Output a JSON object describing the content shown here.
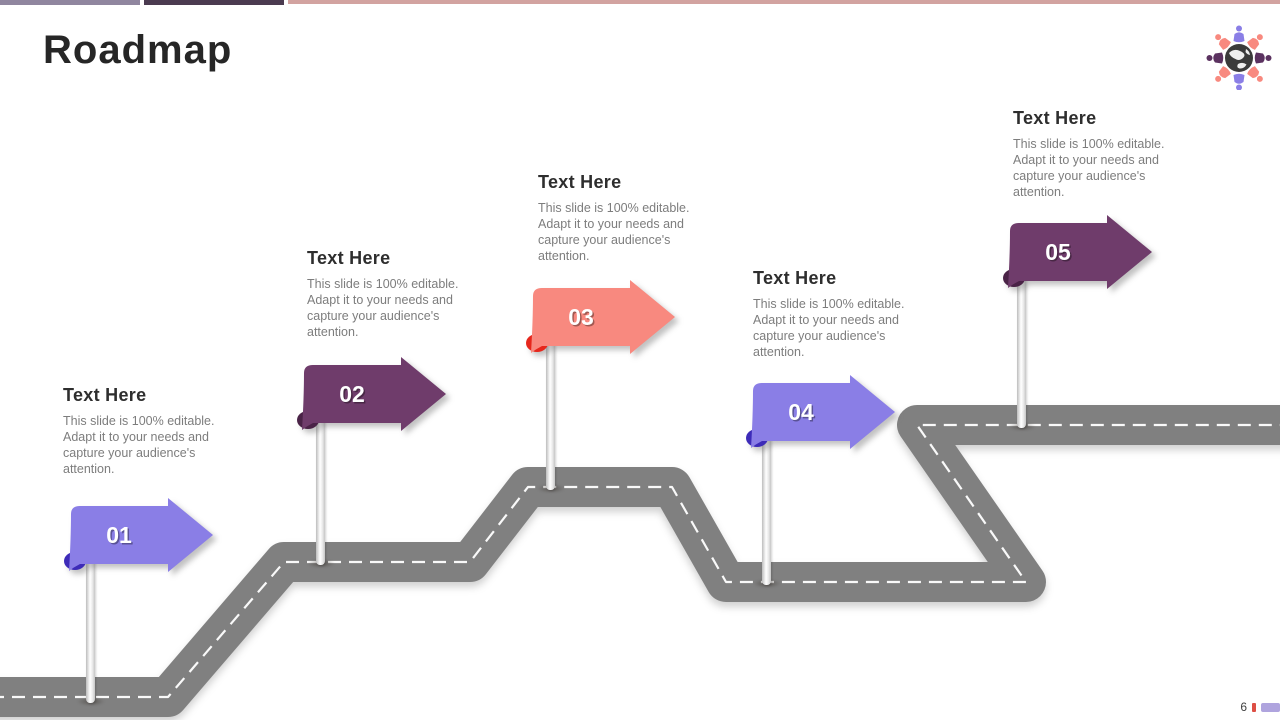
{
  "slide": {
    "title": "Roadmap",
    "page_number": "6"
  },
  "colors": {
    "periwinkle": "#8A7EE6",
    "periwinkle_fold": "#3D2BB8",
    "plum": "#6F3C6B",
    "plum_fold": "#4A2347",
    "salmon": "#F8897F",
    "salmon_fold": "#E6271C",
    "road_gray": "#808080",
    "bar_light_purple": "#90869F",
    "bar_dark_purple": "#4B3B50",
    "bar_rose": "#D2A3A0"
  },
  "milestones": [
    {
      "number": "01",
      "heading": "Text Here",
      "body": "This slide is 100% editable. Adapt it to your needs and capture your audience's attention.",
      "color": "#8A7EE6",
      "fold_color": "#3D2BB8"
    },
    {
      "number": "02",
      "heading": "Text Here",
      "body": "This slide is 100% editable. Adapt it to your needs and capture your audience's attention.",
      "color": "#6F3C6B",
      "fold_color": "#4A2347"
    },
    {
      "number": "03",
      "heading": "Text Here",
      "body": "This slide is 100% editable. Adapt it to your needs and capture your audience's attention.",
      "color": "#F8897F",
      "fold_color": "#E6271C"
    },
    {
      "number": "04",
      "heading": "Text Here",
      "body": "This slide is 100% editable. Adapt it to your needs and capture your audience's attention.",
      "color": "#8A7EE6",
      "fold_color": "#3D2BB8"
    },
    {
      "number": "05",
      "heading": "Text Here",
      "body": "This slide is 100% editable. Adapt it to your needs and capture your audience's attention.",
      "color": "#6F3C6B",
      "fold_color": "#4A2347"
    }
  ]
}
